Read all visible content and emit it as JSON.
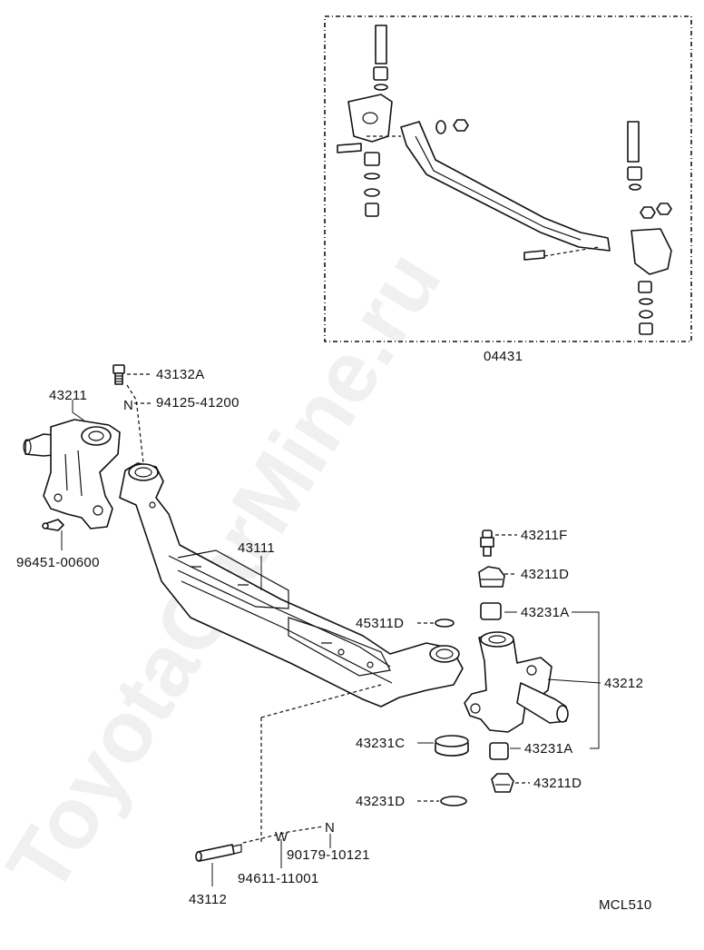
{
  "diagram": {
    "code": "MCL510",
    "inset_label": "04431",
    "watermark": "ToyotaCarMine.ru",
    "parts": [
      {
        "id": "p43132A",
        "number": "43132A"
      },
      {
        "id": "p94125",
        "number": "94125-41200"
      },
      {
        "id": "p43211",
        "number": "43211"
      },
      {
        "id": "p96451",
        "number": "96451-00600"
      },
      {
        "id": "p43111",
        "number": "43111"
      },
      {
        "id": "p43211F",
        "number": "43211F"
      },
      {
        "id": "p43211D_top",
        "number": "43211D"
      },
      {
        "id": "p45311D",
        "number": "45311D"
      },
      {
        "id": "p43231A_top",
        "number": "43231A"
      },
      {
        "id": "p43212",
        "number": "43212"
      },
      {
        "id": "p43231C",
        "number": "43231C"
      },
      {
        "id": "p43231A_bot",
        "number": "43231A"
      },
      {
        "id": "p43211D_bot",
        "number": "43211D"
      },
      {
        "id": "p43231D",
        "number": "43231D"
      },
      {
        "id": "p90179",
        "number": "90179-10121"
      },
      {
        "id": "p94611",
        "number": "94611-11001"
      },
      {
        "id": "p43112",
        "number": "43112"
      }
    ],
    "symbols": {
      "nut_marker": "N",
      "washer_marker": "W"
    }
  }
}
